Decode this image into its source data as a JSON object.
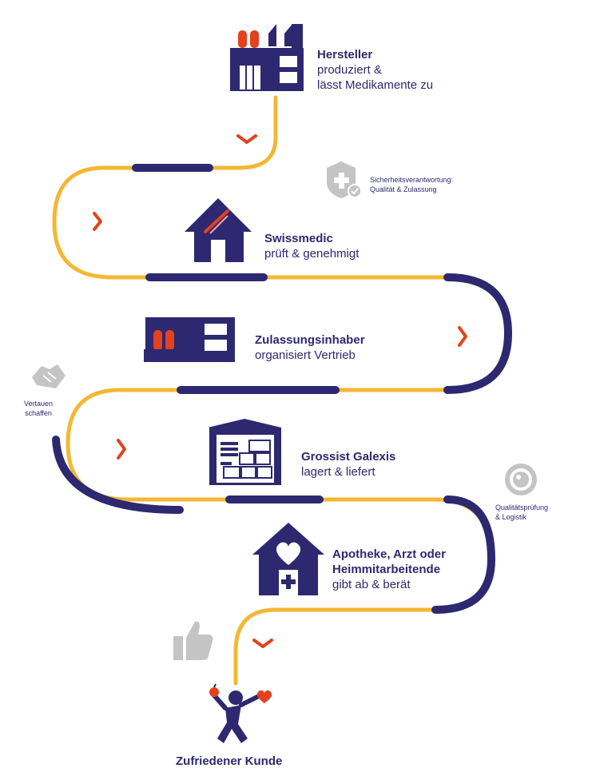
{
  "colors": {
    "navy": "#2e2870",
    "gold": "#f4b733",
    "red": "#e4411d",
    "gray": "#c4c4c4"
  },
  "steps": [
    {
      "icon": "factory-icon",
      "title": "Hersteller",
      "line1": "produziert &",
      "line2": "lässt Medikamente zu"
    },
    {
      "icon": "house-icon",
      "title": "Swissmedic",
      "line1": "prüft & genehmigt"
    },
    {
      "icon": "office-icon",
      "title": "Zulassungsinhaber",
      "line1": "organisiert Vertrieb"
    },
    {
      "icon": "warehouse-icon",
      "title": "Grossist Galexis",
      "line1": "lagert & liefert"
    },
    {
      "icon": "pharmacy-icon",
      "title": "Apotheke, Arzt oder",
      "title2": "Heimmitarbeitende",
      "line1": "gibt ab & berät"
    }
  ],
  "notes": {
    "security": {
      "icon": "shield-check-icon",
      "line1": "Sicherheitsverantwortung:",
      "line2": "Qualität & Zulassung"
    },
    "trust": {
      "icon": "handshake-icon",
      "line1": "Vertauen",
      "line2": "schaffen"
    },
    "quality": {
      "icon": "eye-icon",
      "line1": "Qualitätsprüfung",
      "line2": "& Logistik"
    }
  },
  "extra_icons": [
    "thumbs-up-icon",
    "happy-customer-icon",
    "heart-icon",
    "apple-icon"
  ],
  "final": {
    "label": "Zufriedener Kunde"
  }
}
